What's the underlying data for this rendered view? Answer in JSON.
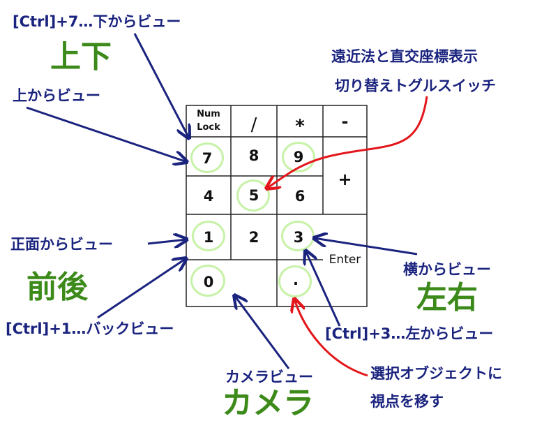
{
  "labels": {
    "ctrl7_bottom_view": "[Ctrl]+7…下からビュー",
    "top_bottom": "上下",
    "top_view": "上からビュー",
    "persp_ortho_line1": "遠近法と直交座標表示",
    "persp_ortho_line2": "切り替えトグルスイッチ",
    "front_view": "正面からビュー",
    "front_back": "前後",
    "ctrl1_back_view": "[Ctrl]+1…バックビュー",
    "side_view": "横からビュー",
    "left_right": "左右",
    "ctrl3_left_view": "[Ctrl]+3…左からビュー",
    "camera_view": "カメラビュー",
    "camera": "カメラ",
    "move_view_line1": "選択オブジェクトに",
    "move_view_line2": "視点を移す"
  },
  "keys": {
    "numlock_1": "Num",
    "numlock_2": "Lock",
    "divide": "/",
    "multiply": "*",
    "minus": "-",
    "k7": "7",
    "k8": "8",
    "k9": "9",
    "plus": "+",
    "k4": "4",
    "k5": "5",
    "k6": "6",
    "k1": "1",
    "k2": "2",
    "k3": "3",
    "enter": "Enter",
    "k0": "0",
    "dot": "."
  },
  "colors": {
    "label_text": "#1a237e",
    "big_text": "#3c8a1a",
    "arrow_blue": "#1a237e",
    "arrow_red": "#e3161b",
    "highlight_ring": "#c7f2a8"
  }
}
